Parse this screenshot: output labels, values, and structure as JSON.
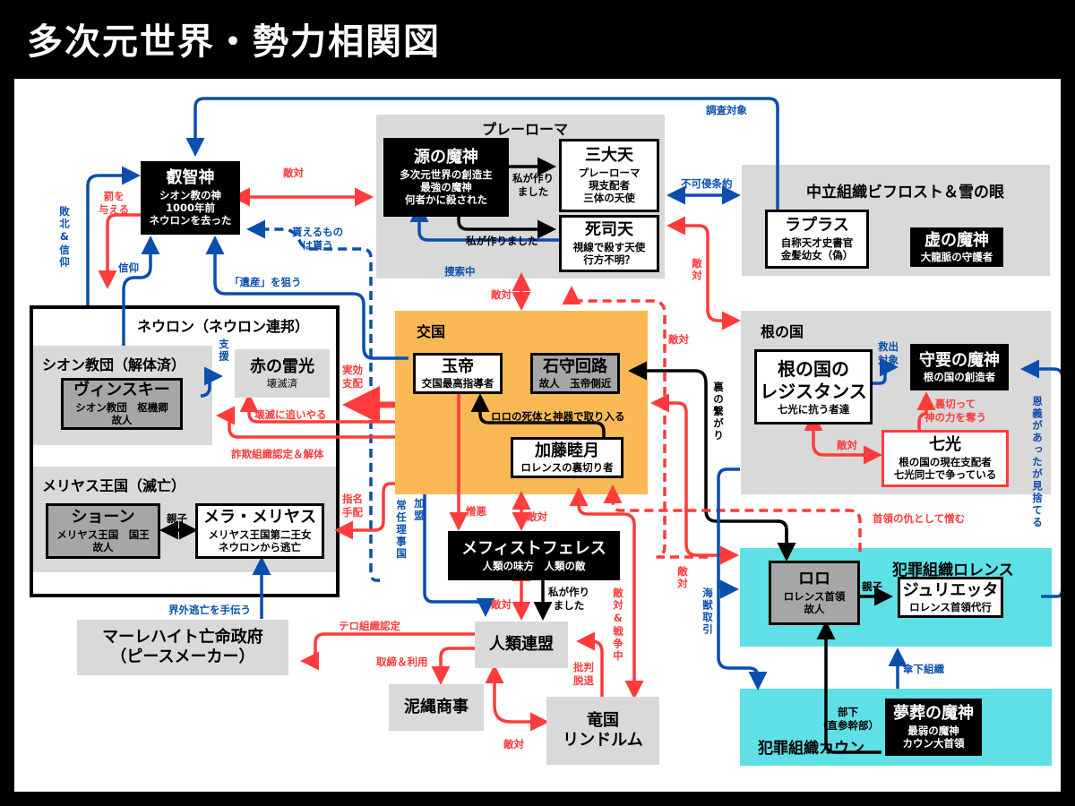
{
  "title": "多次元世界・勢力相関図",
  "colors": {
    "enemy": "#ff3b3b",
    "ally": "#0a4fad",
    "neutral": "#000000",
    "koukoku_bg": "#fbb955",
    "crime_bg": "#5ee0e6",
    "group_bg": "#d9d9d9"
  },
  "groups": {
    "pleroma": "プレーローマ",
    "neutral_org": "中立組織ビフロスト＆雪の眼",
    "neuron": "ネウロン（ネウロン連邦）",
    "zion": "シオン教団（解体済）",
    "meriyas": "メリヤス王国（滅亡）",
    "koukoku": "交国",
    "nenokuni": "根の国",
    "lorence": "犯罪組織ロレンス",
    "kaun": "犯罪組織カウン"
  },
  "nodes": {
    "eichishin": {
      "name": "叡智神",
      "lines": [
        "シオン教の神",
        "1000年前",
        "ネウロンを去った"
      ]
    },
    "minamoto": {
      "name": "源の魔神",
      "lines": [
        "多次元世界の創造主",
        "最強の魔神",
        "何者かに殺された"
      ]
    },
    "sandaiten": {
      "name": "三大天",
      "lines": [
        "プレーローマ",
        "現支配者",
        "三体の天使"
      ]
    },
    "shishiten": {
      "name": "死司天",
      "lines": [
        "視線で殺す天使",
        "行方不明？"
      ]
    },
    "laplace": {
      "name": "ラプラス",
      "lines": [
        "自称天才史書官",
        "金髪幼女（偽）"
      ]
    },
    "kyo": {
      "name": "虚の魔神",
      "lines": [
        "大龍脈の守護者"
      ]
    },
    "akano": {
      "name": "赤の雷光",
      "lines": [
        "壊滅済"
      ]
    },
    "whisky": {
      "name": "ヴィンスキー",
      "lines": [
        "シオン教団　枢機卿",
        "故人"
      ]
    },
    "shone": {
      "name": "ショーン",
      "lines": [
        "メリヤス王国　国王",
        "故人"
      ]
    },
    "mera": {
      "name": "メラ・メリヤス",
      "lines": [
        "メリヤス王国第二王女",
        "ネウロンから逃亡"
      ]
    },
    "gyokutei": {
      "name": "玉帝",
      "lines": [
        "交国最高指導者"
      ]
    },
    "ishimori": {
      "name": "石守回路",
      "lines": [
        "故人　玉帝側近"
      ]
    },
    "kato": {
      "name": "加藤睦月",
      "lines": [
        "ロレンスの裏切り者"
      ]
    },
    "resistance": {
      "name1": "根の国の",
      "name2": "レジスタンス",
      "lines": [
        "七光に抗う者達"
      ]
    },
    "shuyou": {
      "name": "守要の魔神",
      "lines": [
        "根の国の創造者"
      ]
    },
    "nanahikari": {
      "name": "七光",
      "lines": [
        "根の国の現在支配者",
        "七光同士で争っている"
      ]
    },
    "mephisto": {
      "name": "メフィストフェレス",
      "lines": [
        "人類の味方　人類の敵"
      ]
    },
    "jinrui": {
      "name": "人類連盟"
    },
    "marlheit": {
      "name1": "マーレハイト亡命政府",
      "name2": "（ピースメーカー）"
    },
    "deijou": {
      "name": "泥縄商事"
    },
    "ryukoku": {
      "name1": "竜国",
      "name2": "リンドルム"
    },
    "roro": {
      "name": "ロロ",
      "lines": [
        "ロレンス首領",
        "故人"
      ]
    },
    "julietta": {
      "name": "ジュリエッタ",
      "lines": [
        "ロレンス首領代行"
      ]
    },
    "musou": {
      "name": "夢葬の魔神",
      "lines": [
        "最弱の魔神",
        "カウン大首領"
      ]
    }
  },
  "labels": {
    "chousa": "調査対象",
    "tekitai": "敵対",
    "batsu": "罰を\n与える",
    "haiboku": "敗北&信仰",
    "shinkou": "信仰",
    "moraeru": "貰えるもの\nは貰う",
    "isan": "「遺産」を狙う",
    "watashi1": "私が作り\nました",
    "watashi2": "私が作りました",
    "sakusaku": "捜索中",
    "fukashin": "不可侵条約",
    "shien": "支援",
    "jikko": "実効\n支配",
    "kaimetsu": "壊滅に追いやる",
    "sagi": "詐欺組織認定＆解体",
    "oyako": "親子",
    "shimei": "指名\n手配",
    "kaigai": "界外逃亡を手伝う",
    "terro": "テロ組織認定",
    "torishimari": "取締＆利用",
    "joninriji": "常任理事国",
    "kamei": "加盟",
    "zouo": "憎悪",
    "roro_shitai": "ロロの死体と神器で取り入る",
    "ura": "裏の繋がり",
    "kyuushutsu": "救出\n対象",
    "uragitte": "裏切って\n神の力を奪う",
    "onngi": "恩義があったが見捨てる",
    "shuryou": "首領の仇として憎む",
    "kaijuu": "海獣取引",
    "sensou": "敵対&戦争中",
    "hihan": "批判\n脱退",
    "sanka": "傘下組織",
    "buka": "部下\n（直参幹部）"
  }
}
